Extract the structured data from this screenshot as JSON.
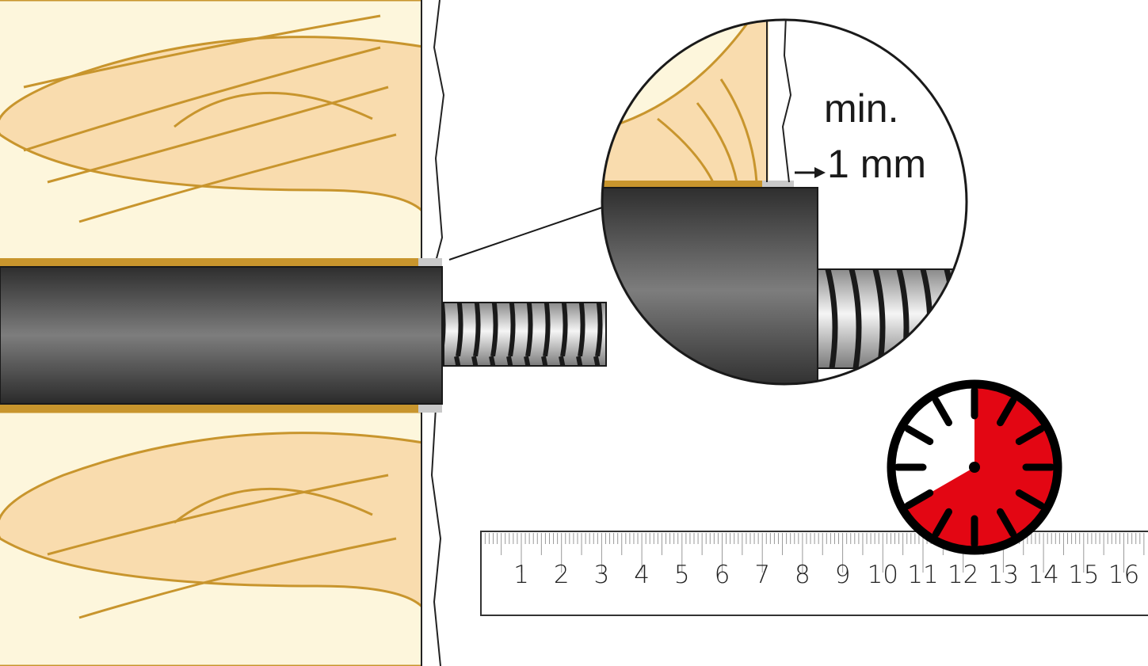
{
  "callout": {
    "line1": "min.",
    "line2": "1 mm"
  },
  "ruler": {
    "numbers": [
      "1",
      "2",
      "3",
      "4",
      "5",
      "6",
      "7",
      "8",
      "9",
      "10",
      "11",
      "12",
      "13",
      "14",
      "15",
      "16"
    ]
  },
  "timer": {
    "elapsed_minutes": 40,
    "total_minutes": 60,
    "color": "#e30613"
  },
  "colors": {
    "wood_light": "#fdf6dc",
    "wood_dark": "#f9dcae",
    "wood_line": "#c8952d",
    "pipe": "#3a3a3a"
  }
}
